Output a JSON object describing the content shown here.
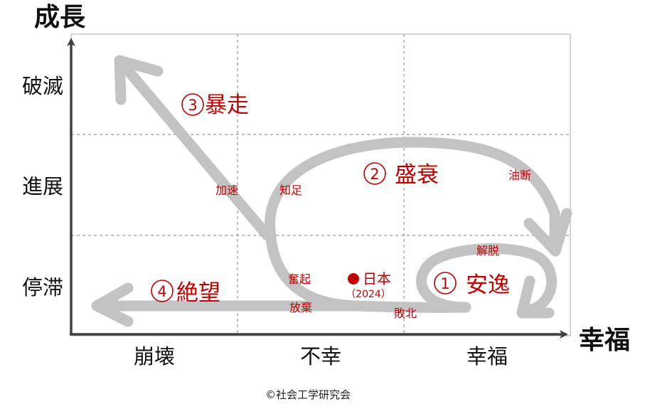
{
  "axes": {
    "y_title": "成長",
    "x_title": "幸福",
    "rows": [
      "破滅",
      "進展",
      "停滞"
    ],
    "columns": [
      "崩壊",
      "不幸",
      "幸福"
    ]
  },
  "flows": [
    {
      "number": "1",
      "label": "安逸"
    },
    {
      "number": "2",
      "label": "盛衰"
    },
    {
      "number": "3",
      "label": "暴走"
    },
    {
      "number": "4",
      "label": "絶望"
    }
  ],
  "transitions": {
    "acceleration": "加速",
    "awareness": "知足",
    "oil_shortage": "油断",
    "escape": "解脱",
    "uprising": "奮起",
    "abandon": "放棄",
    "defeat": "敗北"
  },
  "marker": {
    "label": "日本",
    "year": "（2024）",
    "color": "#c00000"
  },
  "copyright": "©社会工学研究会",
  "colors": {
    "accent": "#c00000",
    "flow_arrow": "#c3c3c3",
    "axis": "#404040"
  }
}
